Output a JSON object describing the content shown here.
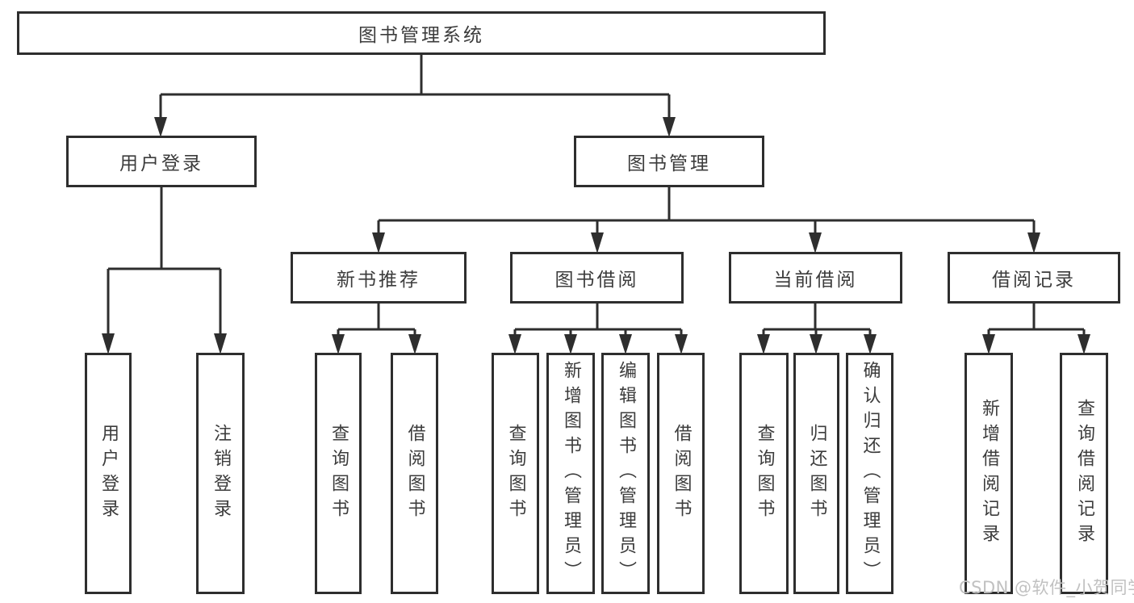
{
  "diagram": {
    "type": "tree",
    "nodes": {
      "root": {
        "label": "图书管理系统"
      },
      "user_login": {
        "label": "用户登录"
      },
      "book_mgmt": {
        "label": "图书管理"
      },
      "new_book_rec": {
        "label": "新书推荐"
      },
      "book_borrow": {
        "label": "图书借阅"
      },
      "current_borrow": {
        "label": "当前借阅"
      },
      "borrow_records": {
        "label": "借阅记录"
      },
      "user_login_leaf": {
        "label": "用户登录"
      },
      "logout_leaf": {
        "label": "注销登录"
      },
      "nbr_query_books": {
        "label": "查询图书"
      },
      "nbr_borrow_books": {
        "label": "借阅图书"
      },
      "bb_query_books": {
        "label": "查询图书"
      },
      "bb_add_books": {
        "label": "新增图书（管理员）"
      },
      "bb_edit_books": {
        "label": "编辑图书（管理员）"
      },
      "bb_borrow_books": {
        "label": "借阅图书"
      },
      "cb_query_books": {
        "label": "查询图书"
      },
      "cb_return_books": {
        "label": "归还图书"
      },
      "cb_confirm_return": {
        "label": "确认归还（管理员）"
      },
      "br_add_record": {
        "label": "新增借阅记录"
      },
      "br_query_record": {
        "label": "查询借阅记录"
      }
    },
    "hierarchy": {
      "图书管理系统": {
        "用户登录": [
          "用户登录",
          "注销登录"
        ],
        "图书管理": {
          "新书推荐": [
            "查询图书",
            "借阅图书"
          ],
          "图书借阅": [
            "查询图书",
            "新增图书（管理员）",
            "编辑图书（管理员）",
            "借阅图书"
          ],
          "当前借阅": [
            "查询图书",
            "归还图书",
            "确认归还（管理员）"
          ],
          "借阅记录": [
            "新增借阅记录",
            "查询借阅记录"
          ]
        }
      }
    },
    "colors": {
      "line": "#2e2e2e",
      "box_border": "#2e2e2e",
      "text": "#3c3c3c",
      "background": "#ffffff",
      "watermark": "#c1c1c1"
    },
    "watermark": "CSDN @软件_小贺同学"
  }
}
